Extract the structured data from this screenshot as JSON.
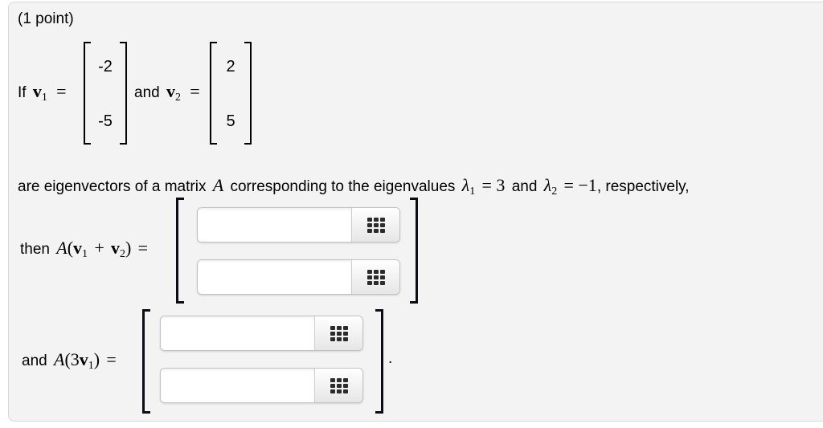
{
  "points_label": "(1 point)",
  "intro": {
    "if_word": "If",
    "v1_base": "v",
    "v1_sub": "1",
    "eq_sign_1": "=",
    "v1_matrix": [
      "-2",
      "-5"
    ],
    "and_word": "and",
    "v2_base": "v",
    "v2_sub": "2",
    "eq_sign_2": "=",
    "v2_matrix": [
      "2",
      "5"
    ]
  },
  "statement": {
    "part1": "are eigenvectors of a matrix",
    "matrix_symbol": "A",
    "part2": "corresponding to the eigenvalues",
    "lambda_symbol": "λ",
    "lambda1_sub": "1",
    "lambda1_value": "= 3",
    "and_word": "and",
    "lambda2_sub": "2",
    "lambda2_value": "= −1",
    "part3": ", respectively,"
  },
  "question1": {
    "prefix": "then",
    "a_symbol": "A",
    "open_paren": "(",
    "v1_base": "v",
    "v1_sub": "1",
    "plus": "+",
    "v2_base": "v",
    "v2_sub": "2",
    "close_paren": ")",
    "equals": "=",
    "inputs": [
      {
        "value": ""
      },
      {
        "value": ""
      }
    ]
  },
  "question2": {
    "prefix": "and",
    "a_symbol": "A",
    "open_paren": "(",
    "coefficient": "3",
    "v1_base": "v",
    "v1_sub": "1",
    "close_paren": ")",
    "equals": "=",
    "period": ".",
    "inputs": [
      {
        "value": ""
      },
      {
        "value": ""
      }
    ]
  },
  "colors": {
    "panel_bg": "#f3f3f3",
    "panel_border": "#d8d8d8",
    "text": "#000000",
    "icon_dots": "#2b2b2b",
    "bracket": "#0c0c16"
  }
}
